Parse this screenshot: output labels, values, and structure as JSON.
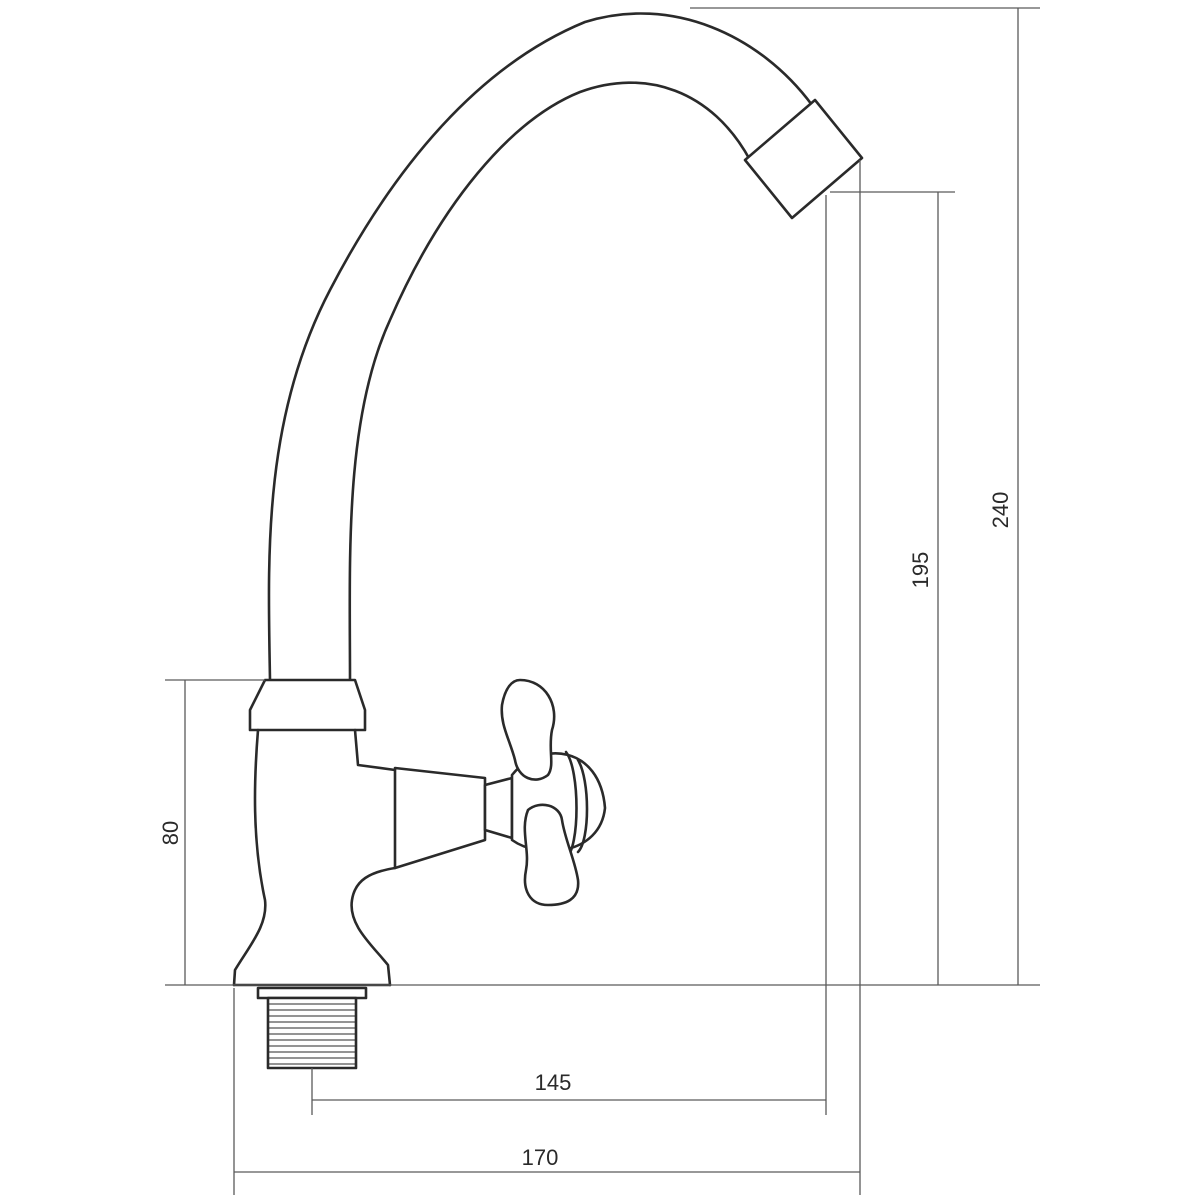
{
  "dimensions": {
    "overall_height": "240",
    "spout_height": "195",
    "body_height": "80",
    "spout_reach": "145",
    "overall_width": "170"
  }
}
